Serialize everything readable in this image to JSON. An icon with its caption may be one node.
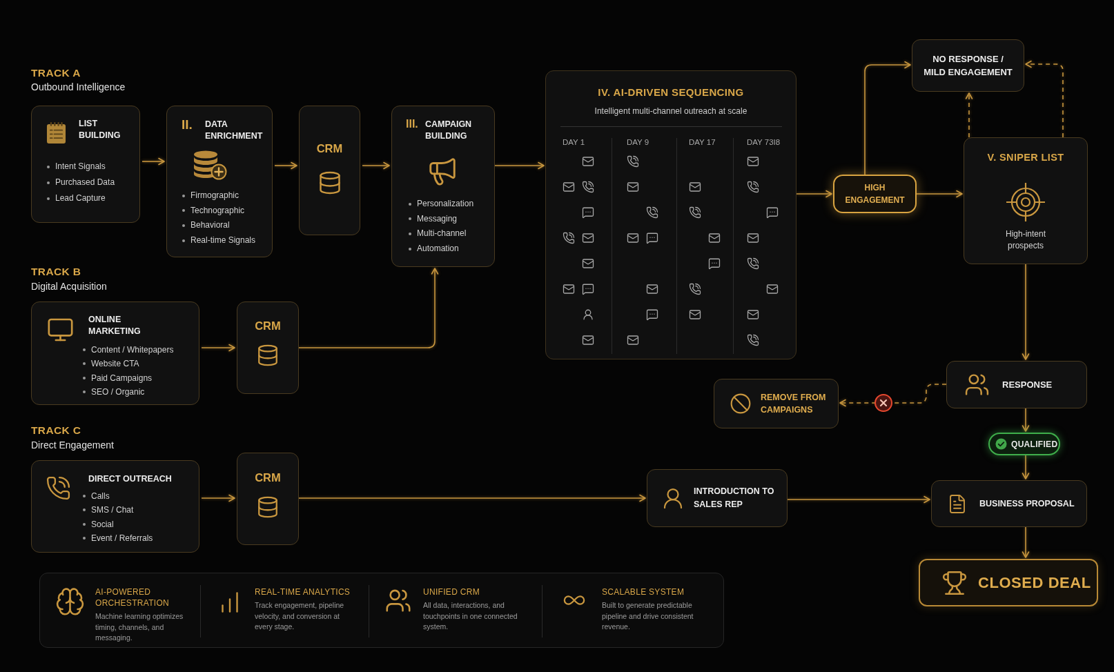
{
  "diagram": {
    "nodes": [
      {
        "text": [
          "LIST BUILDING",
          "Intent Signals",
          "Purchased Data",
          "Lead Capture"
        ]
      },
      {
        "text": [
          "II.",
          "DATA ENRICHMENT",
          "Firmographic",
          "Technographic",
          "Behavioral",
          "Real-time Signals"
        ]
      },
      {
        "text": [
          "CRM"
        ]
      },
      {
        "text": [
          "III.",
          "CAMPAIGN BUILDING",
          "Personalization",
          "Messaging",
          "Multi-channel",
          "Automation"
        ]
      },
      {
        "text": [
          "IV. AI-DRIVEN SEQUENCING",
          "Intelligent multi-channel outreach at scale",
          "DAY 1",
          "DAY 9",
          "DAY 17",
          "DAY 73I8"
        ]
      },
      {
        "text": [
          "NO RESPONSE / MILD ENGAGEMENT"
        ]
      },
      {
        "text": [
          "HIGH ENGAGEMENT"
        ]
      },
      {
        "text": [
          "V. SNIPER LIST",
          "High-intent prospects"
        ]
      },
      {
        "text": [
          "ONLINE MARKETING",
          "Content / Whitepapers",
          "Website CTA",
          "Paid Campaigns",
          "SEO / Organic"
        ]
      },
      {
        "text": [
          "CRM"
        ]
      },
      {
        "text": [
          "RESPONSE"
        ]
      },
      {
        "text": [
          "REMOVE FROM CAMPAIGNS"
        ]
      },
      {
        "text": [
          "DIRECT OUTREACH",
          "Calls",
          "SMS / Chat",
          "Social",
          "Event / Referrals"
        ]
      },
      {
        "text": [
          "CRM"
        ]
      },
      {
        "text": [
          "QUALIFIED"
        ]
      },
      {
        "text": [
          "INTRODUCTION TO SALES REP"
        ]
      },
      {
        "text": [
          "BUSINESS PROPOSAL"
        ]
      },
      {
        "text": [
          "CLOSED DEAL"
        ]
      },
      {
        "text": [
          "AI-POWERED ORCHESTRATION",
          "Machine learning optimizes timing, channels, and messaging.",
          "REAL-TIME ANALYTICS",
          "Track engagement, pipeline velocity, and conversion at every stage.",
          "UNIFIED CRM",
          "All data, interactions, and touchpoints in one connected system.",
          "SCALABLE SYSTEM",
          "Built to generate predictable pipeline and drive consistent revenue."
        ]
      }
    ],
    "edges": [
      {
        "from": 0,
        "to": 1,
        "arrow": "to"
      },
      {
        "from": 1,
        "to": 2,
        "arrow": "to"
      },
      {
        "from": 2,
        "to": 3,
        "arrow": "to"
      },
      {
        "from": 3,
        "to": 4,
        "arrow": "to"
      },
      {
        "from": 4,
        "to": 6,
        "arrow": "to"
      },
      {
        "from": 6,
        "to": 5,
        "arrow": "to"
      },
      {
        "from": 6,
        "to": 7,
        "arrow": "to"
      },
      {
        "from": 7,
        "to": 5,
        "arrow": "to",
        "style": "dashed"
      },
      {
        "from": 7,
        "to": 5,
        "arrow": "to",
        "style": "dashed"
      },
      {
        "from": 7,
        "to": 10,
        "arrow": "to"
      },
      {
        "from": 8,
        "to": 9,
        "arrow": "to"
      },
      {
        "from": 9,
        "to": 3,
        "arrow": "to"
      },
      {
        "from": 10,
        "to": 11,
        "arrow": "to",
        "style": "dashed"
      },
      {
        "from": 10,
        "to": 14,
        "arrow": "to"
      },
      {
        "from": 12,
        "to": 13,
        "arrow": "to"
      },
      {
        "from": 13,
        "to": 15,
        "arrow": "to"
      },
      {
        "from": 14,
        "to": 16,
        "arrow": "to"
      },
      {
        "from": 15,
        "to": 16,
        "arrow": "to"
      },
      {
        "from": 16,
        "to": 17,
        "arrow": "to"
      }
    ],
    "labels": [
      "TRACK A",
      "Outbound Intelligence",
      "TRACK B",
      "Digital Acquisition",
      "TRACK C",
      "Direct Engagement"
    ]
  }
}
